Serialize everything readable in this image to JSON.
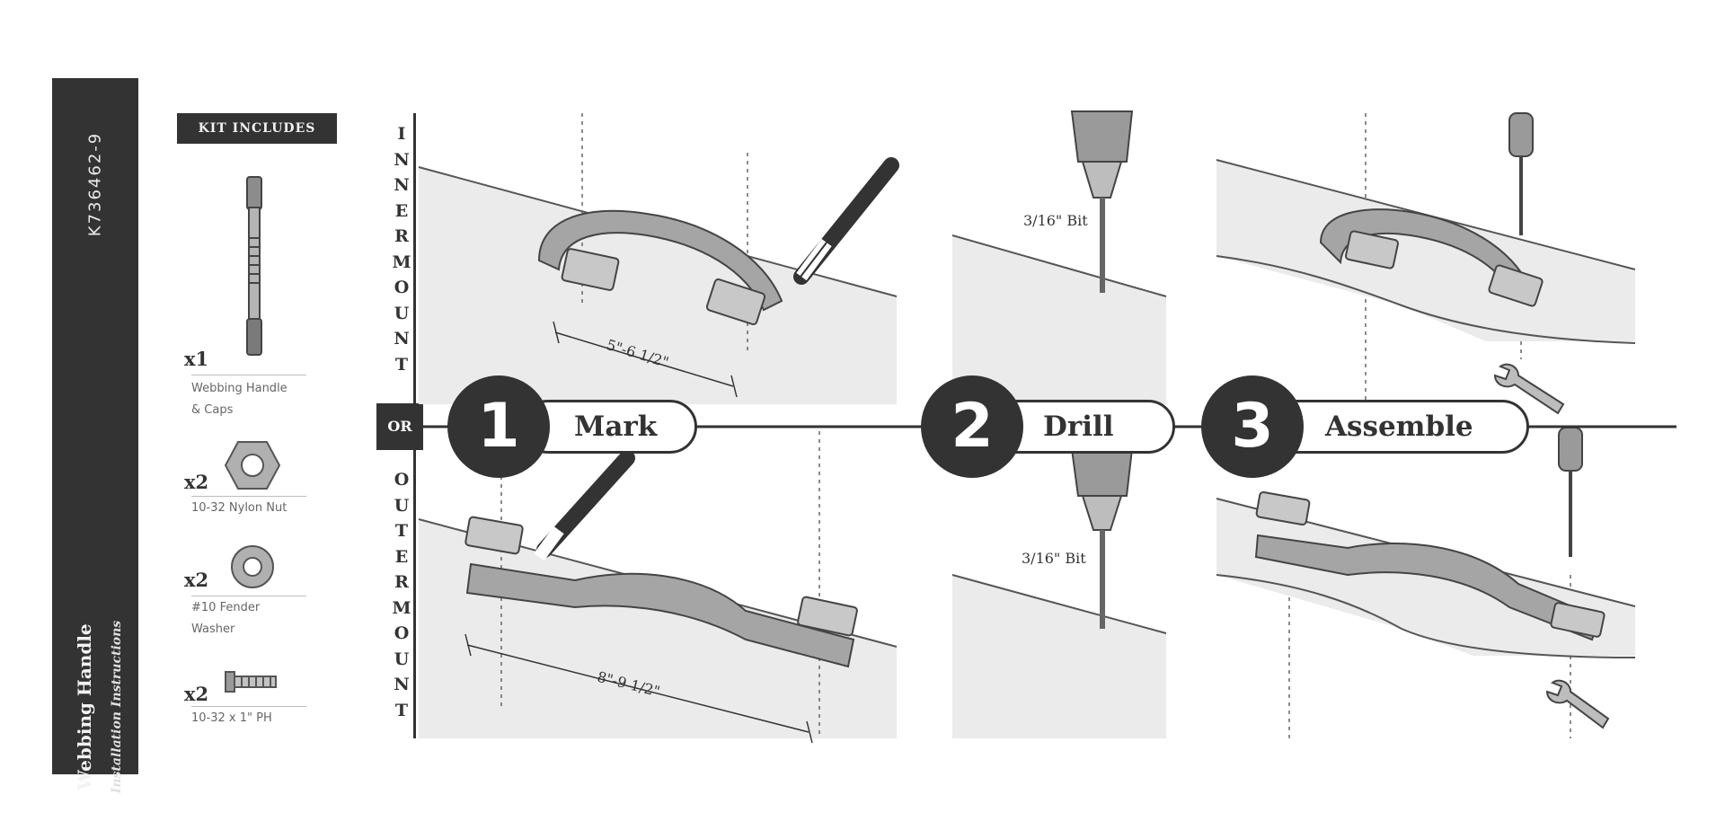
{
  "sidebar": {
    "part_number": "K736462-9",
    "title": "Webbing Handle",
    "subtitle": "Installation Instructions"
  },
  "kit": {
    "header": "KIT INCLUDES",
    "items": [
      {
        "qty": "x1",
        "label_line1": "Webbing Handle",
        "label_line2": "& Caps",
        "icon": "webbing-handle-icon"
      },
      {
        "qty": "x2",
        "label_line1": "10-32 Nylon Nut",
        "icon": "hex-nut-icon"
      },
      {
        "qty": "x2",
        "label_line1": "#10 Fender",
        "label_line2": "Washer",
        "icon": "washer-icon"
      },
      {
        "qty": "x2",
        "label_line1": "10-32 x 1\" PH",
        "icon": "screw-icon"
      }
    ]
  },
  "mounts": {
    "inner": "INNER MOUNT",
    "or_label": "OR",
    "outer": "OUTER MOUNT"
  },
  "steps": [
    {
      "number": "1",
      "label": "Mark"
    },
    {
      "number": "2",
      "label": "Drill"
    },
    {
      "number": "3",
      "label": "Assemble"
    }
  ],
  "dimensions": {
    "inner_spacing": "5\"-6 1/2\"",
    "outer_spacing": "8\"-9 1/2\""
  },
  "drill": {
    "bit_top": "3/16\" Bit",
    "bit_bottom": "3/16\" Bit"
  },
  "colors": {
    "dark": "#333333",
    "panel": "#ebebeb",
    "handle": "#9a9a9a"
  }
}
